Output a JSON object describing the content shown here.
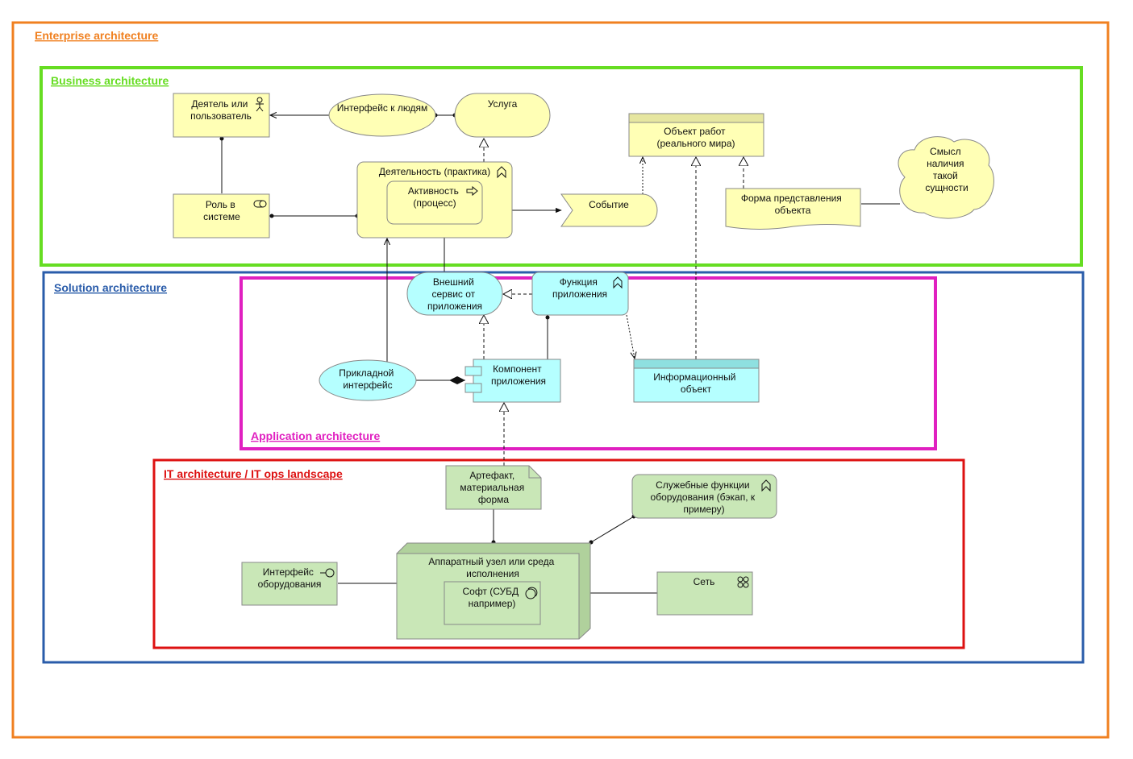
{
  "colors": {
    "enterprise": "#f08020",
    "business_zone": "#66dd22",
    "solution": "#2a5caa",
    "application_zone": "#e020c0",
    "it_zone": "#dd1111",
    "business_fill": "#ffffb5",
    "app_fill": "#b5ffff",
    "tech_fill": "#c9e7b7"
  },
  "zones": {
    "enterprise": "Enterprise architecture",
    "business": "Business architecture",
    "solution": "Solution architecture",
    "application": "Application architecture",
    "it": "IT architecture / IT ops landscape"
  },
  "elements": {
    "actor": [
      "Деятель или",
      "пользователь"
    ],
    "interface_people": [
      "Интерфейс к людям"
    ],
    "service": [
      "Услуга"
    ],
    "role": [
      "Роль в",
      "системе"
    ],
    "practice": [
      "Деятельность (практика)"
    ],
    "activity": [
      "Активность",
      "(процесс)"
    ],
    "event": [
      "Событие"
    ],
    "work_object": [
      "Объект работ",
      "(реального мира)"
    ],
    "representation": [
      "Форма представления",
      "объекта"
    ],
    "meaning": [
      "Смысл",
      "наличия",
      "такой",
      "сущности"
    ],
    "app_service": [
      "Внешний",
      "сервис от",
      "приложения"
    ],
    "app_function": [
      "Функция",
      "приложения"
    ],
    "app_interface": [
      "Прикладной",
      "интерфейс"
    ],
    "app_component": [
      "Компонент",
      "приложения"
    ],
    "data_object": [
      "Информационный",
      "объект"
    ],
    "artifact": [
      "Артефакт,",
      "материальная",
      "форма"
    ],
    "infra_function": [
      "Служебные функции",
      "оборудования (бэкап, к",
      "примеру)"
    ],
    "infra_interface": [
      "Интерфейс",
      "оборудования"
    ],
    "node": [
      "Аппаратный узел или среда",
      "исполнения"
    ],
    "software": [
      "Софт (СУБД",
      "например)"
    ],
    "network": [
      "Сеть"
    ]
  }
}
